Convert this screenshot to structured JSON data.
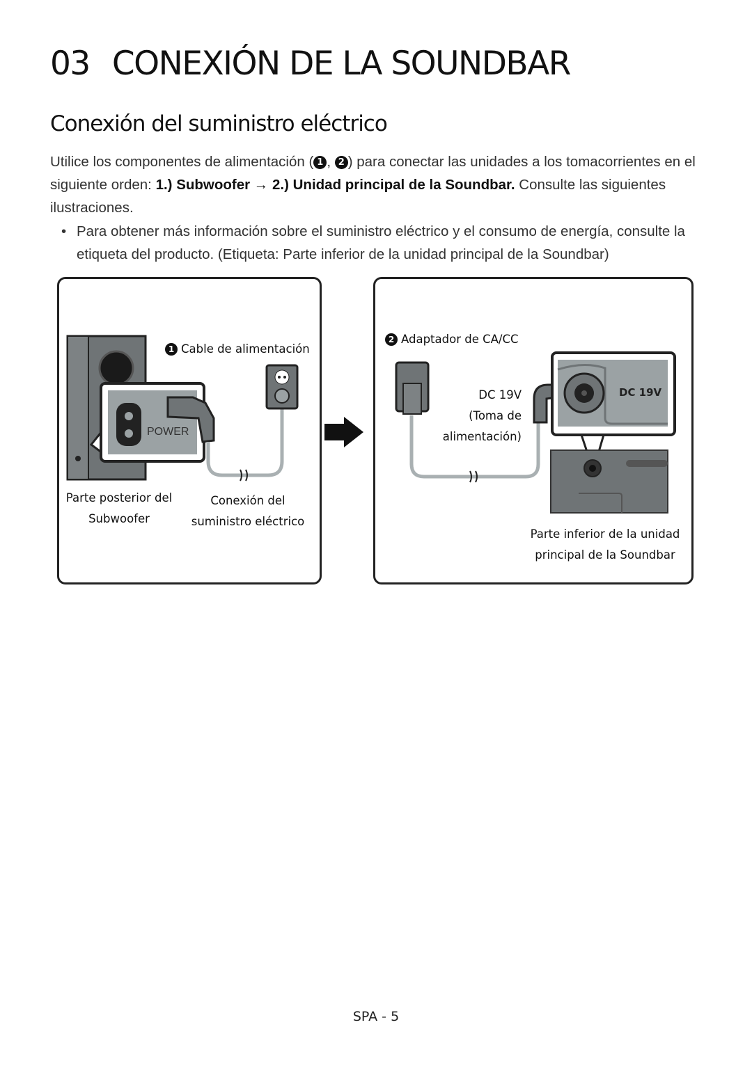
{
  "header": {
    "chapter_number": "03",
    "chapter_title": "CONEXIÓN DE LA SOUNDBAR",
    "section_title": "Conexión del suministro eléctrico"
  },
  "intro": {
    "part1": "Utilice los componentes de alimentación (",
    "badge1": "1",
    "sep": ", ",
    "badge2": "2",
    "part2": ") para conectar las unidades a los tomacorrientes en el siguiente orden: ",
    "order_bold": "1.) Subwoofer → 2.) Unidad principal de la Soundbar.",
    "part3": " Consulte las siguientes ilustraciones."
  },
  "note": {
    "bullet": "•",
    "text": "Para obtener más información sobre el suministro eléctrico y el consumo de energía, consulte la etiqueta del producto. (Etiqueta: Parte inferior de la unidad principal de la Soundbar)"
  },
  "panel_left": {
    "badge": "1",
    "cable_label": "Cable de alimentación",
    "power_text": "POWER",
    "rear_label_1": "Parte posterior del",
    "rear_label_2": "Subwoofer",
    "connection_label_1": "Conexión del",
    "connection_label_2": "suministro eléctrico"
  },
  "panel_right": {
    "badge": "2",
    "adapter_label": "Adaptador de CA/CC",
    "dc_label": "DC 19V",
    "toma_1": "(Toma de",
    "toma_2": "alimentación)",
    "port_text": "DC 19V",
    "bottom_label_1": "Parte inferior de la unidad",
    "bottom_label_2": "principal de la Soundbar"
  },
  "footer": {
    "page": "SPA - 5"
  },
  "colors": {
    "device_gray": "#6f7476",
    "light_gray": "#9ba2a4",
    "cable_gray": "#a9b0b2",
    "ink": "#111111"
  }
}
